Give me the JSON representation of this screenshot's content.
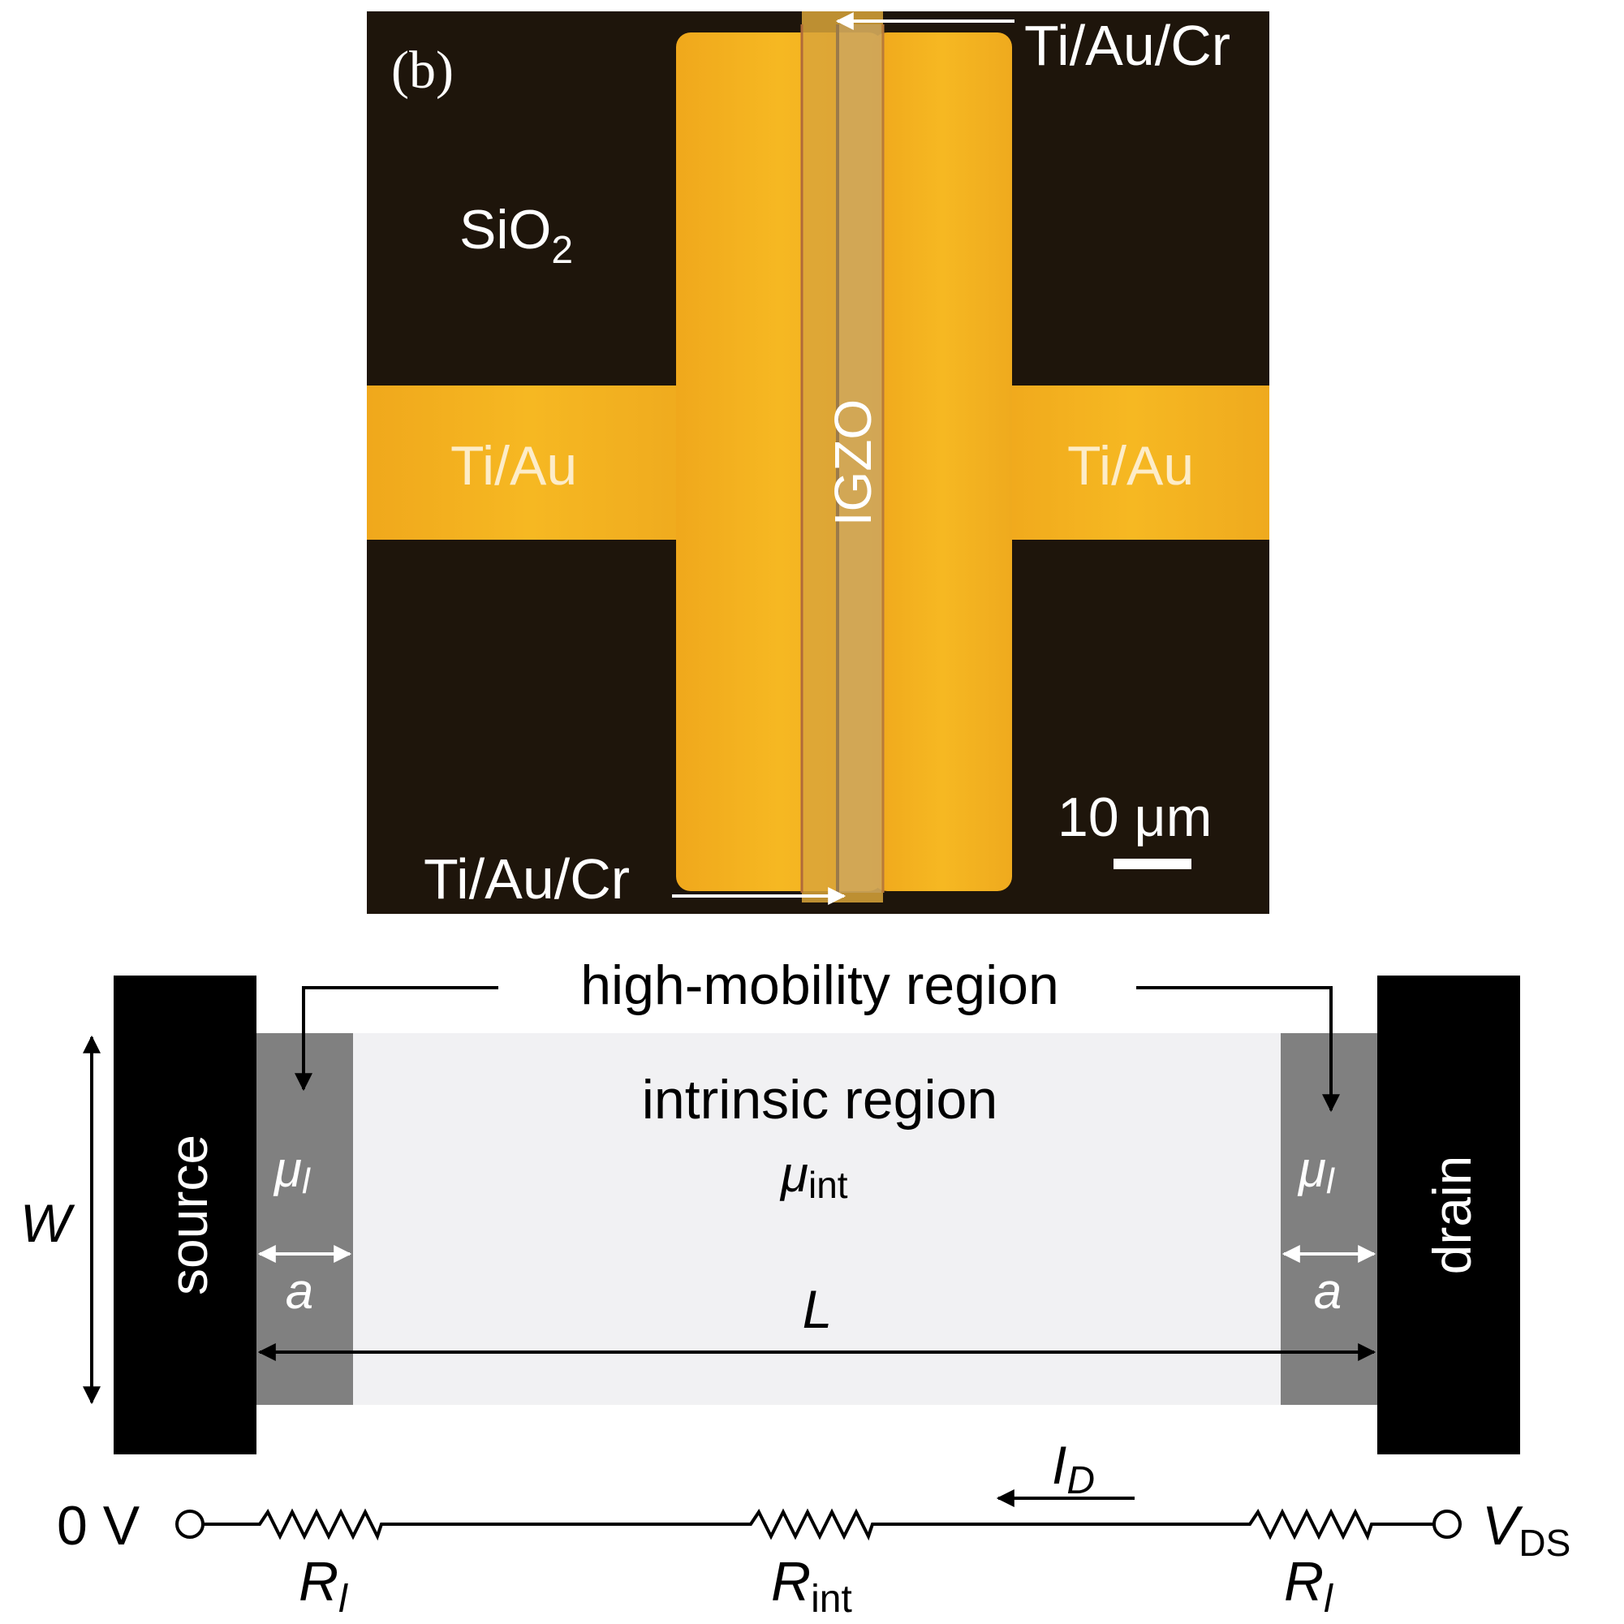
{
  "micrograph": {
    "panel_label": "(b)",
    "label_sio2": "SiO",
    "label_sio2_sub": "2",
    "label_contact_left": "Ti/Au",
    "label_contact_right": "Ti/Au",
    "label_channel": "IGZO",
    "label_top_layer": "Ti/Au/Cr",
    "label_bottom_layer": "Ti/Au/Cr",
    "scale_bar_label": "10 μm",
    "colors": {
      "background": "#1e150b",
      "electrode": "#f3b01f"
    }
  },
  "device": {
    "source_label": "source",
    "drain_label": "drain",
    "high_mobility_label": "high-mobility region",
    "intrinsic_label": "intrinsic region",
    "mu_int_symbol": "μ",
    "mu_int_sub": "int",
    "mu_l_symbol": "μ",
    "mu_l_sub": "l",
    "a_label": "a",
    "L_label": "L",
    "W_label": "W",
    "colors": {
      "contact": "#000000",
      "high_mobility": "#808080",
      "intrinsic": "#f1f1f3"
    }
  },
  "circuit": {
    "left_voltage": "0 V",
    "right_voltage_main": "V",
    "right_voltage_sub": "DS",
    "current_main": "I",
    "current_sub": "D",
    "r_l_main": "R",
    "r_l_sub": "l",
    "r_int_main": "R",
    "r_int_sub": "int"
  }
}
